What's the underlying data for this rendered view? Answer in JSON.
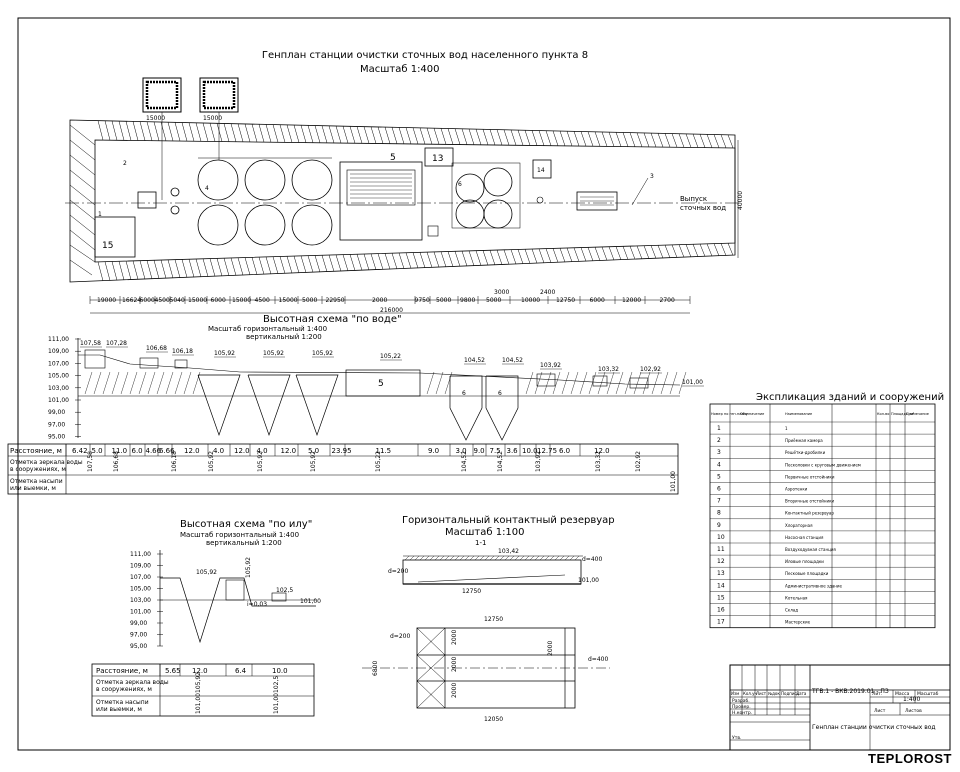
{
  "titles": {
    "main": "Генплан станции очистки сточных вод населенного пункта 8",
    "main_scale": "Масштаб 1:400",
    "water_profile": "Высотная схема \"по воде\"",
    "water_scale_h": "Масштаб горизонтальный 1:400",
    "water_scale_v": "вертикальный 1:200",
    "sludge_profile": "Высотная схема \"по илу\"",
    "sludge_scale_h": "Масштаб горизонтальный 1:400",
    "sludge_scale_v": "вертикальный 1:200",
    "tank": "Горизонтальный контактный резервуар",
    "tank_scale": "Масштаб 1:100",
    "tank_section": "1-1",
    "explication": "Экспликация зданий и сооружений"
  },
  "plan": {
    "labels": [
      "1",
      "2",
      "4",
      "5",
      "6",
      "13",
      "14",
      "15",
      "3"
    ],
    "outlet_1": "Выпуск",
    "outlet_2": "сточных вод",
    "dims_top": [
      "15000",
      "15000"
    ],
    "dims_bottom": [
      "19000",
      "16624",
      "6000",
      "4500",
      "5040",
      "15000",
      "6000",
      "15000",
      "4500",
      "15000",
      "5000",
      "22950",
      "2000",
      "9750",
      "5000",
      "9800",
      "5000",
      "10000",
      "12750",
      "6000",
      "12000",
      "2700"
    ],
    "dim_total": "216000",
    "dim_sub": [
      "3000",
      "2400"
    ],
    "dim_right": "40000"
  },
  "water_profile": {
    "axis_label": [
      "111,00",
      "109,00",
      "107,00",
      "105,00",
      "103,00",
      "101,00",
      "99,00",
      "97,00",
      "95,00"
    ],
    "elevations": [
      "107,58",
      "107,28",
      "106,68",
      "106,18",
      "105,92",
      "105,92",
      "105,92",
      "105,22",
      "104,52",
      "104,52",
      "103,92",
      "103,32",
      "102,92",
      "101,00"
    ],
    "row_distance": "Расстояние, м",
    "row_level_1": "Отметка зеркала воды",
    "row_level_2": "в сооружениях, м",
    "row_ground_1": "Отметка насыпи",
    "row_ground_2": "или выемки, м",
    "distances": [
      "6.42",
      "5.0",
      "11.0",
      "6.0",
      "4.66",
      "6.66",
      "12.0",
      "4.0",
      "12.0",
      "4.0",
      "12.0",
      "5.0",
      "23.95",
      "11.5",
      "9.0",
      "3.0",
      "9.0",
      "7.5",
      "3.6",
      "10.0",
      "12.75",
      "6.0",
      "12.0"
    ],
    "level_values": [
      "107,58",
      "106,68",
      "106,18",
      "105,92",
      "105,92",
      "105,92",
      "105,22",
      "104,52",
      "104,52",
      "103,92",
      "103,32",
      "102,92"
    ],
    "ground_values": [
      "101,00"
    ],
    "tank_labels": [
      "5",
      "6",
      "6"
    ]
  },
  "sludge_profile": {
    "axis_label": [
      "111,00",
      "109,00",
      "107,00",
      "105,00",
      "103,00",
      "101,00",
      "99,00",
      "97,00",
      "95,00"
    ],
    "elevations": [
      "105,92",
      "105,92",
      "102,5",
      "101,00"
    ],
    "note": "i=0,03",
    "row_distance": "Расстояние, м",
    "row_level_1": "Отметка зеркала воды",
    "row_level_2": "в сооружениях, м",
    "row_ground_1": "Отметка насыпи",
    "row_ground_2": "или выемки, м",
    "distances": [
      "5.65",
      "12.0",
      "6.4",
      "10.0"
    ],
    "level_values": [
      "105,92",
      "102,5"
    ],
    "ground_values": [
      "101,00",
      "101,00"
    ]
  },
  "tank": {
    "elev_top": "103,42",
    "elev_bottom": "101,00",
    "d_400": "d=400",
    "d_200": "d=200",
    "dims": [
      "12750",
      "2000",
      "2000",
      "2000",
      "6800",
      "12050",
      "2000"
    ]
  },
  "explication": {
    "headers": [
      "Номер по ген.плану",
      "Обозначение",
      "Наименование",
      "Кол-во",
      "Площадь, м²",
      "Примечание"
    ],
    "rows": [
      [
        "1",
        "",
        "1",
        "",
        "",
        ""
      ],
      [
        "2",
        "",
        "Приёмная камера",
        "",
        "",
        ""
      ],
      [
        "3",
        "",
        "Решётки-дробилки",
        "",
        "",
        ""
      ],
      [
        "4",
        "",
        "Песколовки с круговым движением",
        "",
        "",
        ""
      ],
      [
        "5",
        "",
        "Первичные отстойники",
        "",
        "",
        ""
      ],
      [
        "6",
        "",
        "Аэротенки",
        "",
        "",
        ""
      ],
      [
        "7",
        "",
        "Вторичные отстойники",
        "",
        "",
        ""
      ],
      [
        "8",
        "",
        "Контактный резервуар",
        "",
        "",
        ""
      ],
      [
        "9",
        "",
        "Хлораторная",
        "",
        "",
        ""
      ],
      [
        "10",
        "",
        "Насосная станция",
        "",
        "",
        ""
      ],
      [
        "11",
        "",
        "Воздуходувная станция",
        "",
        "",
        ""
      ],
      [
        "12",
        "",
        "Иловые площадки",
        "",
        "",
        ""
      ],
      [
        "13",
        "",
        "Песковые площадки",
        "",
        "",
        ""
      ],
      [
        "14",
        "",
        "Административное здание",
        "",
        "",
        ""
      ],
      [
        "15",
        "",
        "Котельная",
        "",
        "",
        ""
      ],
      [
        "16",
        "",
        "Склад",
        "",
        "",
        ""
      ],
      [
        "17",
        "",
        "Мастерские",
        "",
        "",
        ""
      ]
    ]
  },
  "title_block": {
    "header_cells": [
      "Изм",
      "Кол.уч",
      "Лист",
      "№док",
      "Подпись",
      "Дата"
    ],
    "roles": [
      "Разраб.",
      "Провер.",
      "Н.контр.",
      "Утв."
    ],
    "stage_headers": [
      "Лит.",
      "Масса",
      "Масштаб"
    ],
    "sheet": "Лист",
    "sheets": "Листов",
    "project_code": "ТГВ.1 - ВКВ.2019.01 - ПЗ",
    "sheet_title": "Генплан станции очистки сточных вод",
    "scale": "1:400"
  },
  "watermark": "TEPLOROST"
}
